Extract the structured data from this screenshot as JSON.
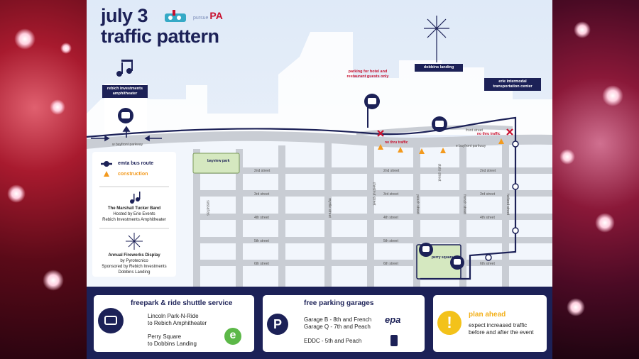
{
  "title": {
    "line1": "july 3",
    "line2": "traffic pattern"
  },
  "logos": {
    "pa_tag": "PA",
    "pa_small": "pursue"
  },
  "map_labels": {
    "rebich": "rebich investments amphitheater",
    "parking_hotel": "parking for hotel and restaurant guests only",
    "dobbins": "dobbins landing",
    "intermodal": "erie intermodal transportation center",
    "w_bayfront": "w bayfront parkway",
    "no_thru_1": "no thru traffic",
    "no_thru_2": "no thru traffic",
    "front_street": "front street",
    "e_bayfront": "e bayfront parkway",
    "bayview": "bayview park",
    "perry": "perry square",
    "streets": {
      "s2a": "2nd street",
      "s2b": "2nd street",
      "s2c": "2nd street",
      "s3a": "3rd street",
      "s3b": "3rd street",
      "s3c": "3rd street",
      "s4a": "4th street",
      "s4b": "4th street",
      "s4c": "4th street",
      "s5a": "5th street",
      "s5b": "5th street",
      "s6a": "6th street",
      "s6b": "6th street",
      "s6c": "6th street"
    },
    "avenues": {
      "a1": "sassafras",
      "a2": "myrtle street",
      "a3": "chestnut street",
      "a4": "peach street",
      "a5": "state street",
      "a6": "french street",
      "a7": "holland street"
    }
  },
  "legend": {
    "bus_route": "emta bus route",
    "construction": "construction",
    "concert_title": "The Marshall Tucker Band",
    "concert_sub1": "Hosted by Erie Events",
    "concert_sub2": "Rebich Investments Amphitheater",
    "fireworks_title": "Annual Fireworks Display",
    "fireworks_sub1": "by Pyrotecnico",
    "fireworks_sub2": "Sponsored by Rebich Investments",
    "fireworks_sub3": "Dobbins Landing"
  },
  "shuttle": {
    "title": "freepark & ride shuttle service",
    "route1a": "Lincoln Park-N-Ride",
    "route1b": "to Rebich Amphitheater",
    "route2a": "Perry Square",
    "route2b": "to Dobbins Landing"
  },
  "parking": {
    "title": "free parking garages",
    "icon": "P",
    "g1": "Garage B - 8th and French",
    "g2": "Garage Q - 7th and Peach",
    "g3": "EDDC - 5th and Peach",
    "epa": "epa"
  },
  "plan": {
    "title": "plan ahead",
    "icon": "!",
    "text1": "expect increased traffic",
    "text2": "before and after the event"
  },
  "colors": {
    "navy": "#1c2157",
    "red": "#c8102e",
    "orange": "#f39a1e",
    "yellow": "#f3c21a",
    "green": "#5cb848"
  }
}
